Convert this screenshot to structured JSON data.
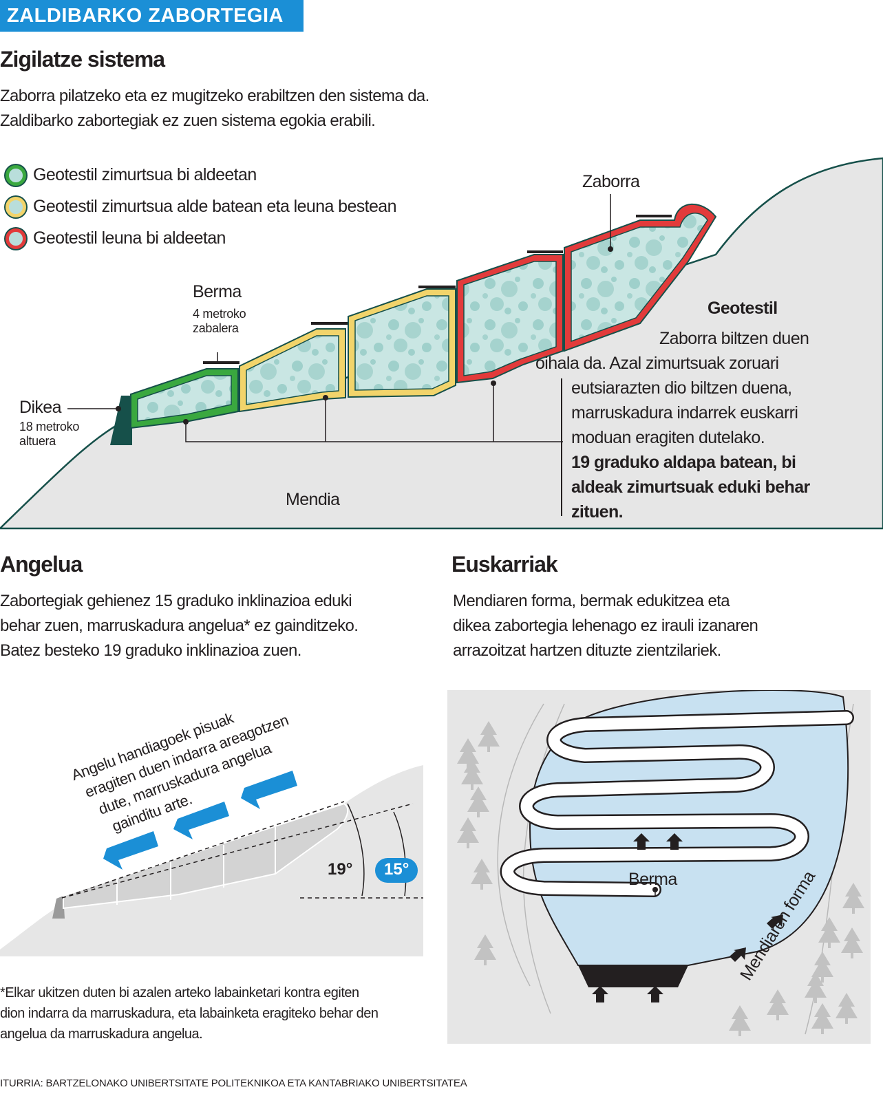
{
  "banner": "ZALDIBARKO ZABORTEGIA",
  "sealing": {
    "heading": "Zigilatze sistema",
    "text": [
      "Zaborra pilatzeko eta ez mugitzeko erabiltzen den sistema da.",
      "Zaldibarko zabortegiak ez zuen sistema egokia erabili."
    ],
    "legend": [
      {
        "label": "Geotestil zimurtsua bi aldeetan",
        "color": "#3aa83f"
      },
      {
        "label": "Geotestil zimurtsua alde batean eta leuna bestean",
        "color": "#f2d46b"
      },
      {
        "label": "Geotestil leuna bi aldeetan",
        "color": "#e23b3b"
      }
    ],
    "labels": {
      "zaborra": "Zaborra",
      "berma": "Berma",
      "berma_sub": [
        "4 metroko",
        "zabalera"
      ],
      "dikea": "Dikea",
      "dikea_sub": [
        "18 metroko",
        "altuera"
      ],
      "mendia": "Mendia"
    },
    "geotestil": {
      "title": "Geotestil",
      "lines": [
        "Zaborra biltzen duen",
        "oihala da. Azal zimurtsuak zoruari",
        "eutsiarazten dio biltzen duena,",
        "marruskadura indarrek euskarri",
        "moduan eragiten dutelako."
      ],
      "bold_lines": [
        "19 graduko aldapa batean, bi",
        "aldeak zimurtsuak eduki behar",
        "zituen."
      ]
    }
  },
  "angle": {
    "heading": "Angelua",
    "text": [
      "Zabortegiak gehienez 15 graduko inklinazioa eduki",
      "behar zuen, marruskadura angelua* ez gainditzeko.",
      "Batez besteko 19 graduko inklinazioa zuen."
    ],
    "rotated": [
      "Angelu handiagoek pisuak",
      "eragiten duen indarra areagotzen",
      "dute, marruskadura angelua",
      "gainditu arte."
    ],
    "angle_actual": "19°",
    "angle_max": "15°",
    "footnote": [
      "*Elkar ukitzen duten bi azalen arteko labainketari kontra egiten",
      "dion indarra da marruskadura, eta labainketa eragiteko behar den",
      "angelua da marruskadura angelua."
    ]
  },
  "supports": {
    "heading": "Euskarriak",
    "text": [
      "Mendiaren forma, bermak edukitzea eta",
      "dikea zabortegia lehenago ez irauli izanaren",
      "arrazoitzat hartzen dituzte zientzilariek."
    ],
    "berma": "Berma",
    "mountain_shape": "Mendiaren forma"
  },
  "source": "ITURRIA: BARTZELONAKO UNIBERTSITATE POLITEKNIKOA ETA KANTABRIAKO UNIBERTSITATEA",
  "colors": {
    "accent": "#1b8fd6",
    "mountain": "#e6e6e6",
    "outline": "#16504a",
    "fill": "#b9dedb",
    "water": "#c8e1f1"
  }
}
